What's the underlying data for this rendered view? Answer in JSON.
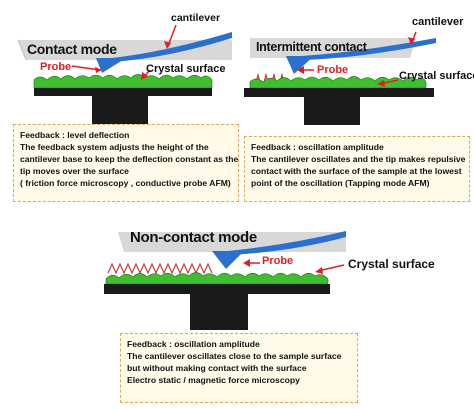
{
  "colors": {
    "title_bar": "#d8d8d8",
    "cantilever": "#2b6fcf",
    "crystal": "#3fbf2f",
    "stage": "#1a1a1a",
    "arrow_red": "#e02020",
    "wave_red": "#d03030",
    "box_border": "#e3a55a",
    "box_fill": "#fffbe8"
  },
  "panels": {
    "contact": {
      "title": "Contact mode",
      "cantilever_label": "cantilever",
      "probe_label": "Probe",
      "crystal_label": "Crystal surface",
      "feedback_lines": [
        "Feedback : level deflection",
        "The feedback system adjusts the height of the",
        "cantilever base to keep the deflection constant as the",
        "tip moves over the surface",
        "( friction force microscopy , conductive probe AFM)"
      ]
    },
    "intermittent": {
      "title": "Intermittent contact",
      "cantilever_label": "cantilever",
      "probe_label": "Probe",
      "crystal_label": "Crystal surface",
      "feedback_lines": [
        "Feedback : oscillation amplitude",
        "The cantilever oscillates and the tip makes repulsive",
        "contact with the surface of the sample at the lowest",
        "point of the oscillation (Tapping mode AFM)"
      ]
    },
    "noncontact": {
      "title": "Non-contact mode",
      "probe_label": "Probe",
      "crystal_label": "Crystal surface",
      "feedback_lines": [
        "Feedback : oscillation amplitude",
        "The cantilever oscillates close to the sample surface",
        "but without making contact with the surface",
        "Electro static / magnetic force microscopy"
      ]
    }
  }
}
